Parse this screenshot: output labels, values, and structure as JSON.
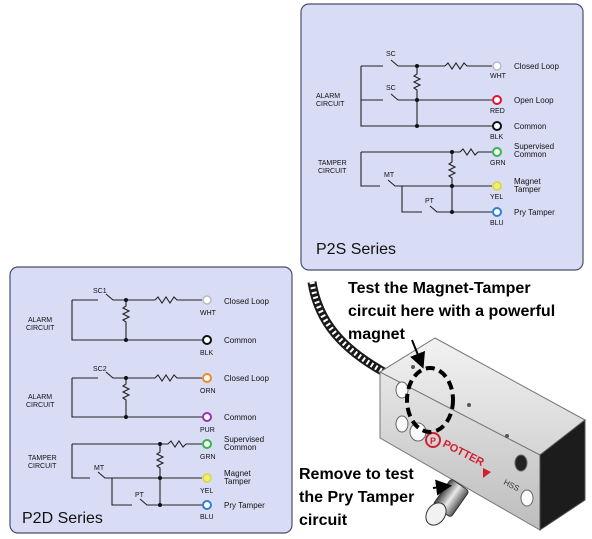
{
  "p2s": {
    "title": "P2S Series",
    "alarm_label": [
      "ALARM",
      "CIRCUIT"
    ],
    "tamper_label": [
      "TAMPER",
      "CIRCUIT"
    ],
    "switches": {
      "sc_top": "SC",
      "sc_mid": "SC",
      "mt": "MT",
      "pt": "PT"
    },
    "terminals": [
      {
        "color_hex": "#ffffff",
        "color_code": "WHT",
        "function": [
          "Closed Loop"
        ]
      },
      {
        "color_hex": "#e8112d",
        "color_code": "RED",
        "function": [
          "Open Loop"
        ]
      },
      {
        "color_hex": "#ffffff",
        "color_code": "BLK",
        "function": [
          "Common"
        ]
      },
      {
        "color_hex": "#38b54a",
        "color_code": "GRN",
        "function": [
          "Supervised",
          "Common"
        ]
      },
      {
        "color_hex": "#f2ee6e",
        "color_code": "YEL",
        "function": [
          "Magnet",
          "Tamper"
        ]
      },
      {
        "color_hex": "#2f7fd6",
        "color_code": "BLU",
        "function": [
          "Pry Tamper"
        ]
      }
    ]
  },
  "p2d": {
    "title": "P2D Series",
    "alarm1_label": [
      "ALARM",
      "CIRCUIT"
    ],
    "alarm2_label": [
      "ALARM",
      "CIRCUIT"
    ],
    "tamper_label": [
      "TAMPER",
      "CIRCUIT"
    ],
    "switches": {
      "sc1": "SC1",
      "sc2": "SC2",
      "mt": "MT",
      "pt": "PT"
    },
    "terminals": [
      {
        "color_hex": "#ffffff",
        "color_code": "WHT",
        "function": [
          "Closed Loop"
        ]
      },
      {
        "color_hex": "#ffffff",
        "color_code": "BLK",
        "function": [
          "Common"
        ]
      },
      {
        "color_hex": "#f08a2a",
        "color_code": "ORN",
        "function": [
          "Closed Loop"
        ]
      },
      {
        "color_hex": "#9b2fb5",
        "color_code": "PUR",
        "function": [
          "Common"
        ]
      },
      {
        "color_hex": "#38b54a",
        "color_code": "GRN",
        "function": [
          "Supervised",
          "Common"
        ]
      },
      {
        "color_hex": "#f2ee6e",
        "color_code": "YEL",
        "function": [
          "Magnet",
          "Tamper"
        ]
      },
      {
        "color_hex": "#2f7fd6",
        "color_code": "BLU",
        "function": [
          "Pry Tamper"
        ]
      }
    ]
  },
  "callouts": {
    "magnet": [
      "Test the Magnet-Tamper",
      "circuit here with a powerful",
      "magnet"
    ],
    "pry": [
      "Remove to test",
      "the Pry Tamper",
      "circuit"
    ]
  },
  "device": {
    "brand": "POTTER",
    "model": "HSS"
  }
}
